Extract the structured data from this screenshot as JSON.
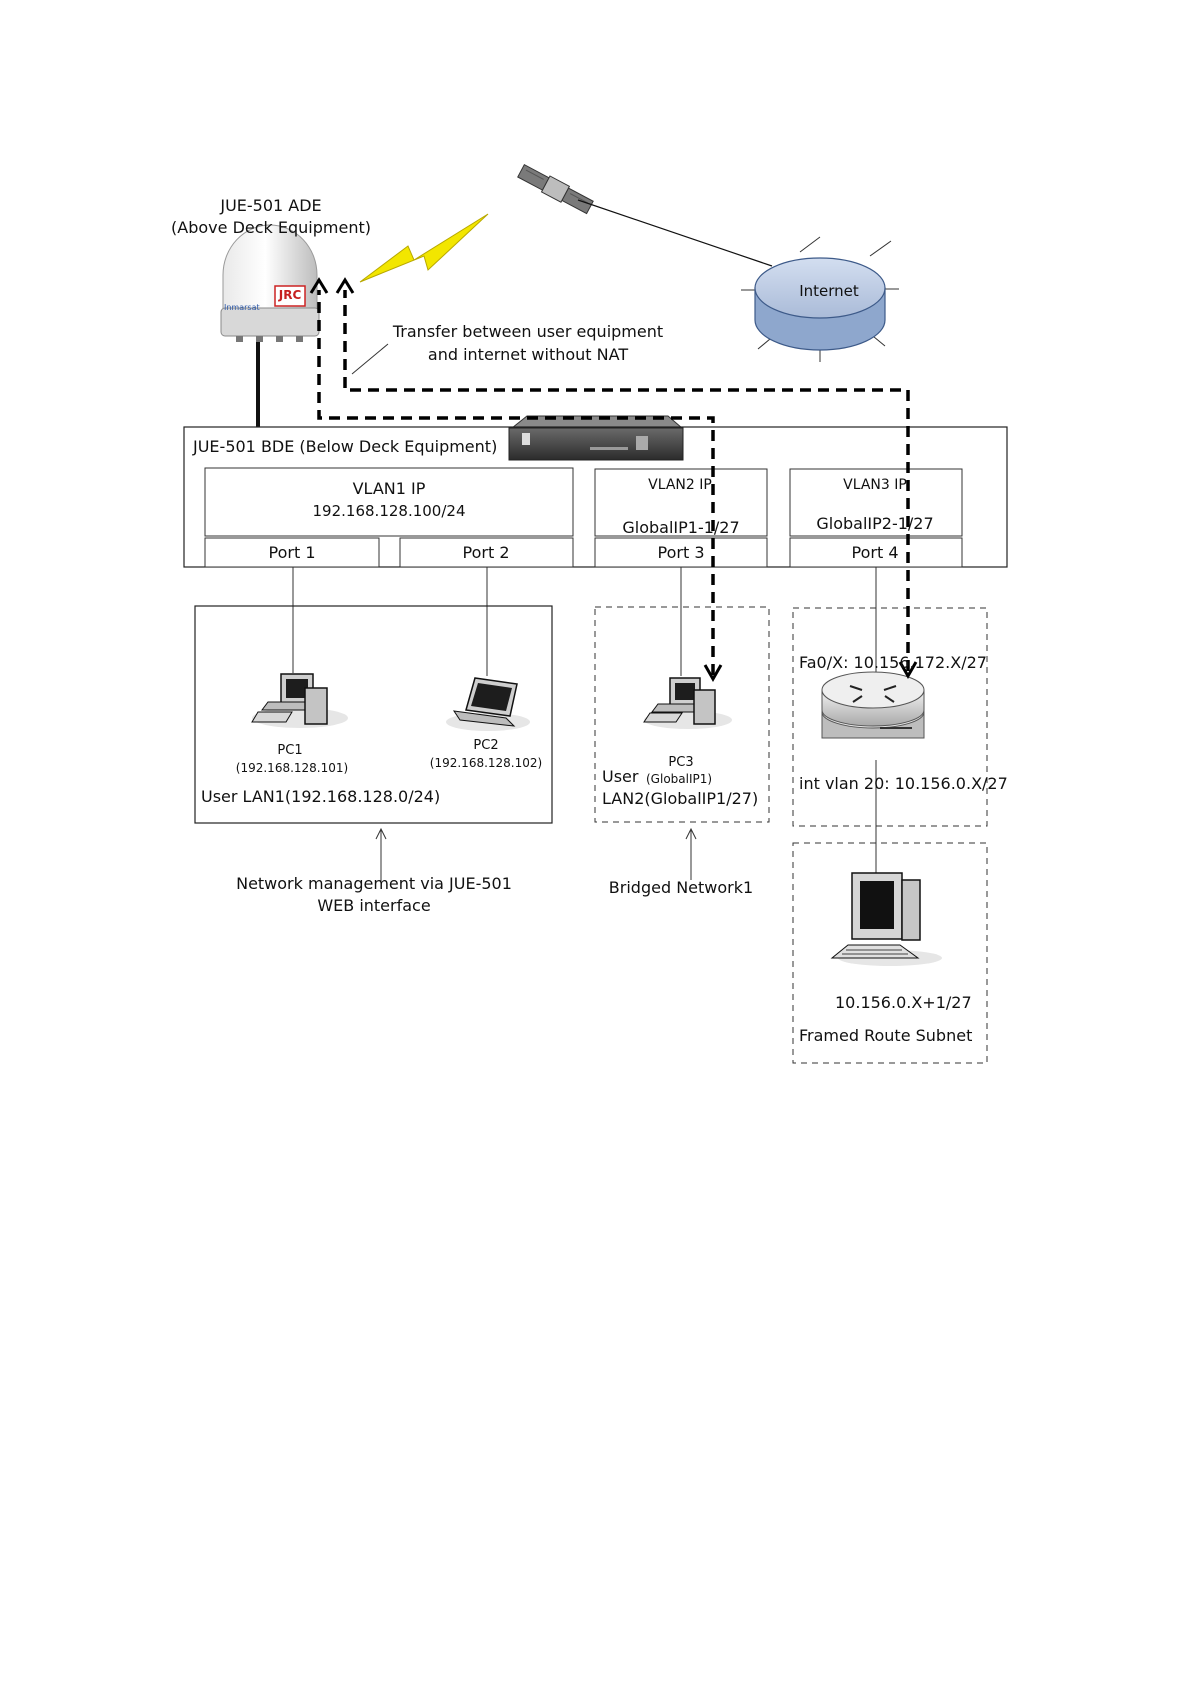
{
  "ade": {
    "title": "JUE-501 ADE",
    "subtitle": "(Above Deck Equipment)",
    "dome_brand": "JRC",
    "dome_text": "Inmarsat"
  },
  "transfer_note": {
    "line1": "Transfer between user equipment",
    "line2": "and internet without NAT"
  },
  "internet_label": "Internet",
  "bde": {
    "title": "JUE-501 BDE (Below Deck Equipment)",
    "vlan1": {
      "title": "VLAN1 IP",
      "ip": "192.168.128.100/24"
    },
    "vlan2": {
      "title": "VLAN2 IP",
      "ip": "GlobalIP1-1/27"
    },
    "vlan3": {
      "title": "VLAN3 IP",
      "ip": "GlobalIP2-1/27"
    },
    "ports": [
      "Port 1",
      "Port 2",
      "Port 3",
      "Port 4"
    ]
  },
  "lan1": {
    "pc1": {
      "name": "PC1",
      "ip": "(192.168.128.101)"
    },
    "pc2": {
      "name": "PC2",
      "ip": "(192.168.128.102)"
    },
    "label": "User LAN1(192.168.128.0/24)"
  },
  "lan2": {
    "pc3": {
      "name": "PC3",
      "ip": "(GlobalIP1)"
    },
    "label_line1": "User",
    "label_line2": "LAN2(GlobalIP1/27)"
  },
  "router": {
    "fa_label": "Fa0/X: 10.156.172.X/27",
    "vlan_label": "int vlan 20: 10.156.0.X/27"
  },
  "framed": {
    "ip": "10.156.0.X+1/27",
    "label": "Framed Route Subnet"
  },
  "captions": {
    "mgmt_line1": "Network management via JUE-501",
    "mgmt_line2": "WEB interface",
    "bridged": "Bridged Network1"
  },
  "colors": {
    "internet_fill": "#b9cbe6",
    "internet_stroke": "#3d5a89",
    "lightning": "#f2e600",
    "dashed": "#000000"
  }
}
